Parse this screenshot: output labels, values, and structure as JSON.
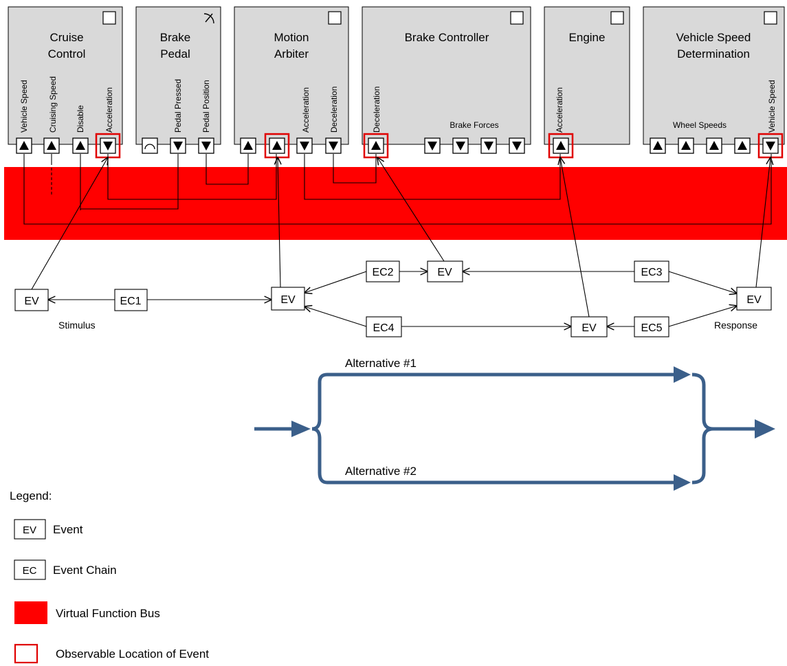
{
  "components": [
    {
      "id": "cruise",
      "title_lines": [
        "Cruise",
        "Control"
      ],
      "ports": [
        "Vehicle Speed",
        "Cruising Speed",
        "Disable",
        "Acceleration"
      ]
    },
    {
      "id": "brake-pedal",
      "title_lines": [
        "Brake",
        "Pedal"
      ],
      "ports": [
        "Pedal Pressed",
        "Pedal Position"
      ]
    },
    {
      "id": "motion-arbiter",
      "title_lines": [
        "Motion",
        "Arbiter"
      ],
      "ports": [
        "Acceleration",
        "Deceleration"
      ]
    },
    {
      "id": "brake-controller",
      "title_lines": [
        "Brake Controller"
      ],
      "ports": [
        "Deceleration"
      ],
      "group_label": "Brake Forces"
    },
    {
      "id": "engine",
      "title_lines": [
        "Engine"
      ],
      "ports": [
        "Acceleration"
      ]
    },
    {
      "id": "vsd",
      "title_lines": [
        "Vehicle Speed",
        "Determination"
      ],
      "ports": [
        "Vehicle Speed"
      ],
      "group_label": "Wheel Speeds"
    }
  ],
  "events": {
    "ev": "EV",
    "ec1": "EC1",
    "ec2": "EC2",
    "ec3": "EC3",
    "ec4": "EC4",
    "ec5": "EC5",
    "stimulus": "Stimulus",
    "response": "Response"
  },
  "alternatives": {
    "alt1": "Alternative #1",
    "alt2": "Alternative #2"
  },
  "legend": {
    "title": "Legend:",
    "event_box": "EV",
    "event": "Event",
    "chain_box": "EC",
    "chain": "Event Chain",
    "bus": "Virtual Function Bus",
    "observable": "Observable Location of Event"
  },
  "colors": {
    "bus": "#ff0000",
    "observable": "#e00000",
    "component_fill": "#d9d9d9",
    "alternative_arrows": "#3b5f8a"
  }
}
